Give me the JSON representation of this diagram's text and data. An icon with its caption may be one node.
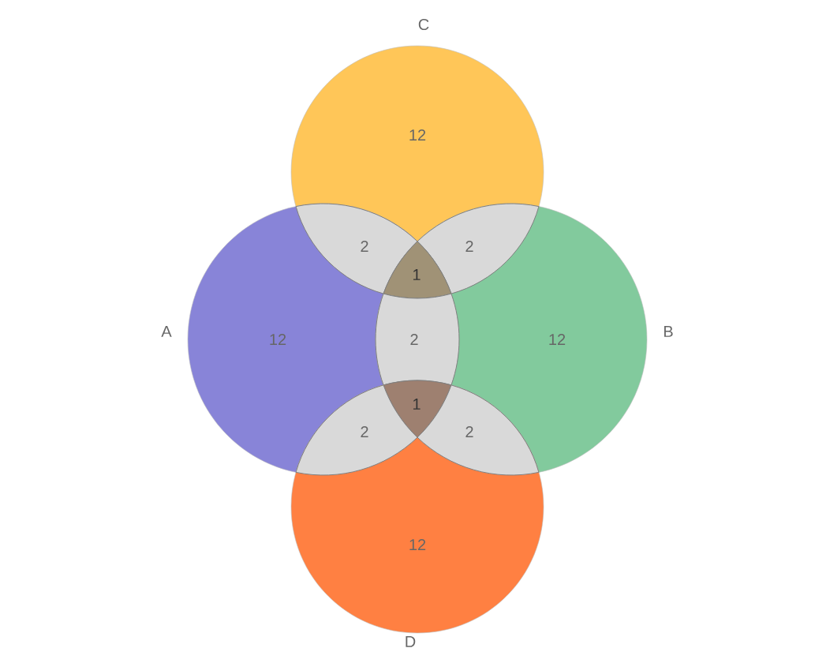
{
  "diagram": {
    "nodes": [
      {
        "text": [
          "C",
          "12"
        ]
      },
      {
        "text": [
          "A",
          "12"
        ]
      },
      {
        "text": [
          "B",
          "12"
        ]
      },
      {
        "text": [
          "12",
          "D"
        ]
      },
      {
        "text": [
          "2"
        ]
      },
      {
        "text": [
          "2"
        ]
      },
      {
        "text": [
          "1"
        ]
      },
      {
        "text": [
          "2"
        ]
      },
      {
        "text": [
          "1"
        ]
      },
      {
        "text": [
          "2"
        ]
      },
      {
        "text": [
          "2"
        ]
      }
    ]
  }
}
